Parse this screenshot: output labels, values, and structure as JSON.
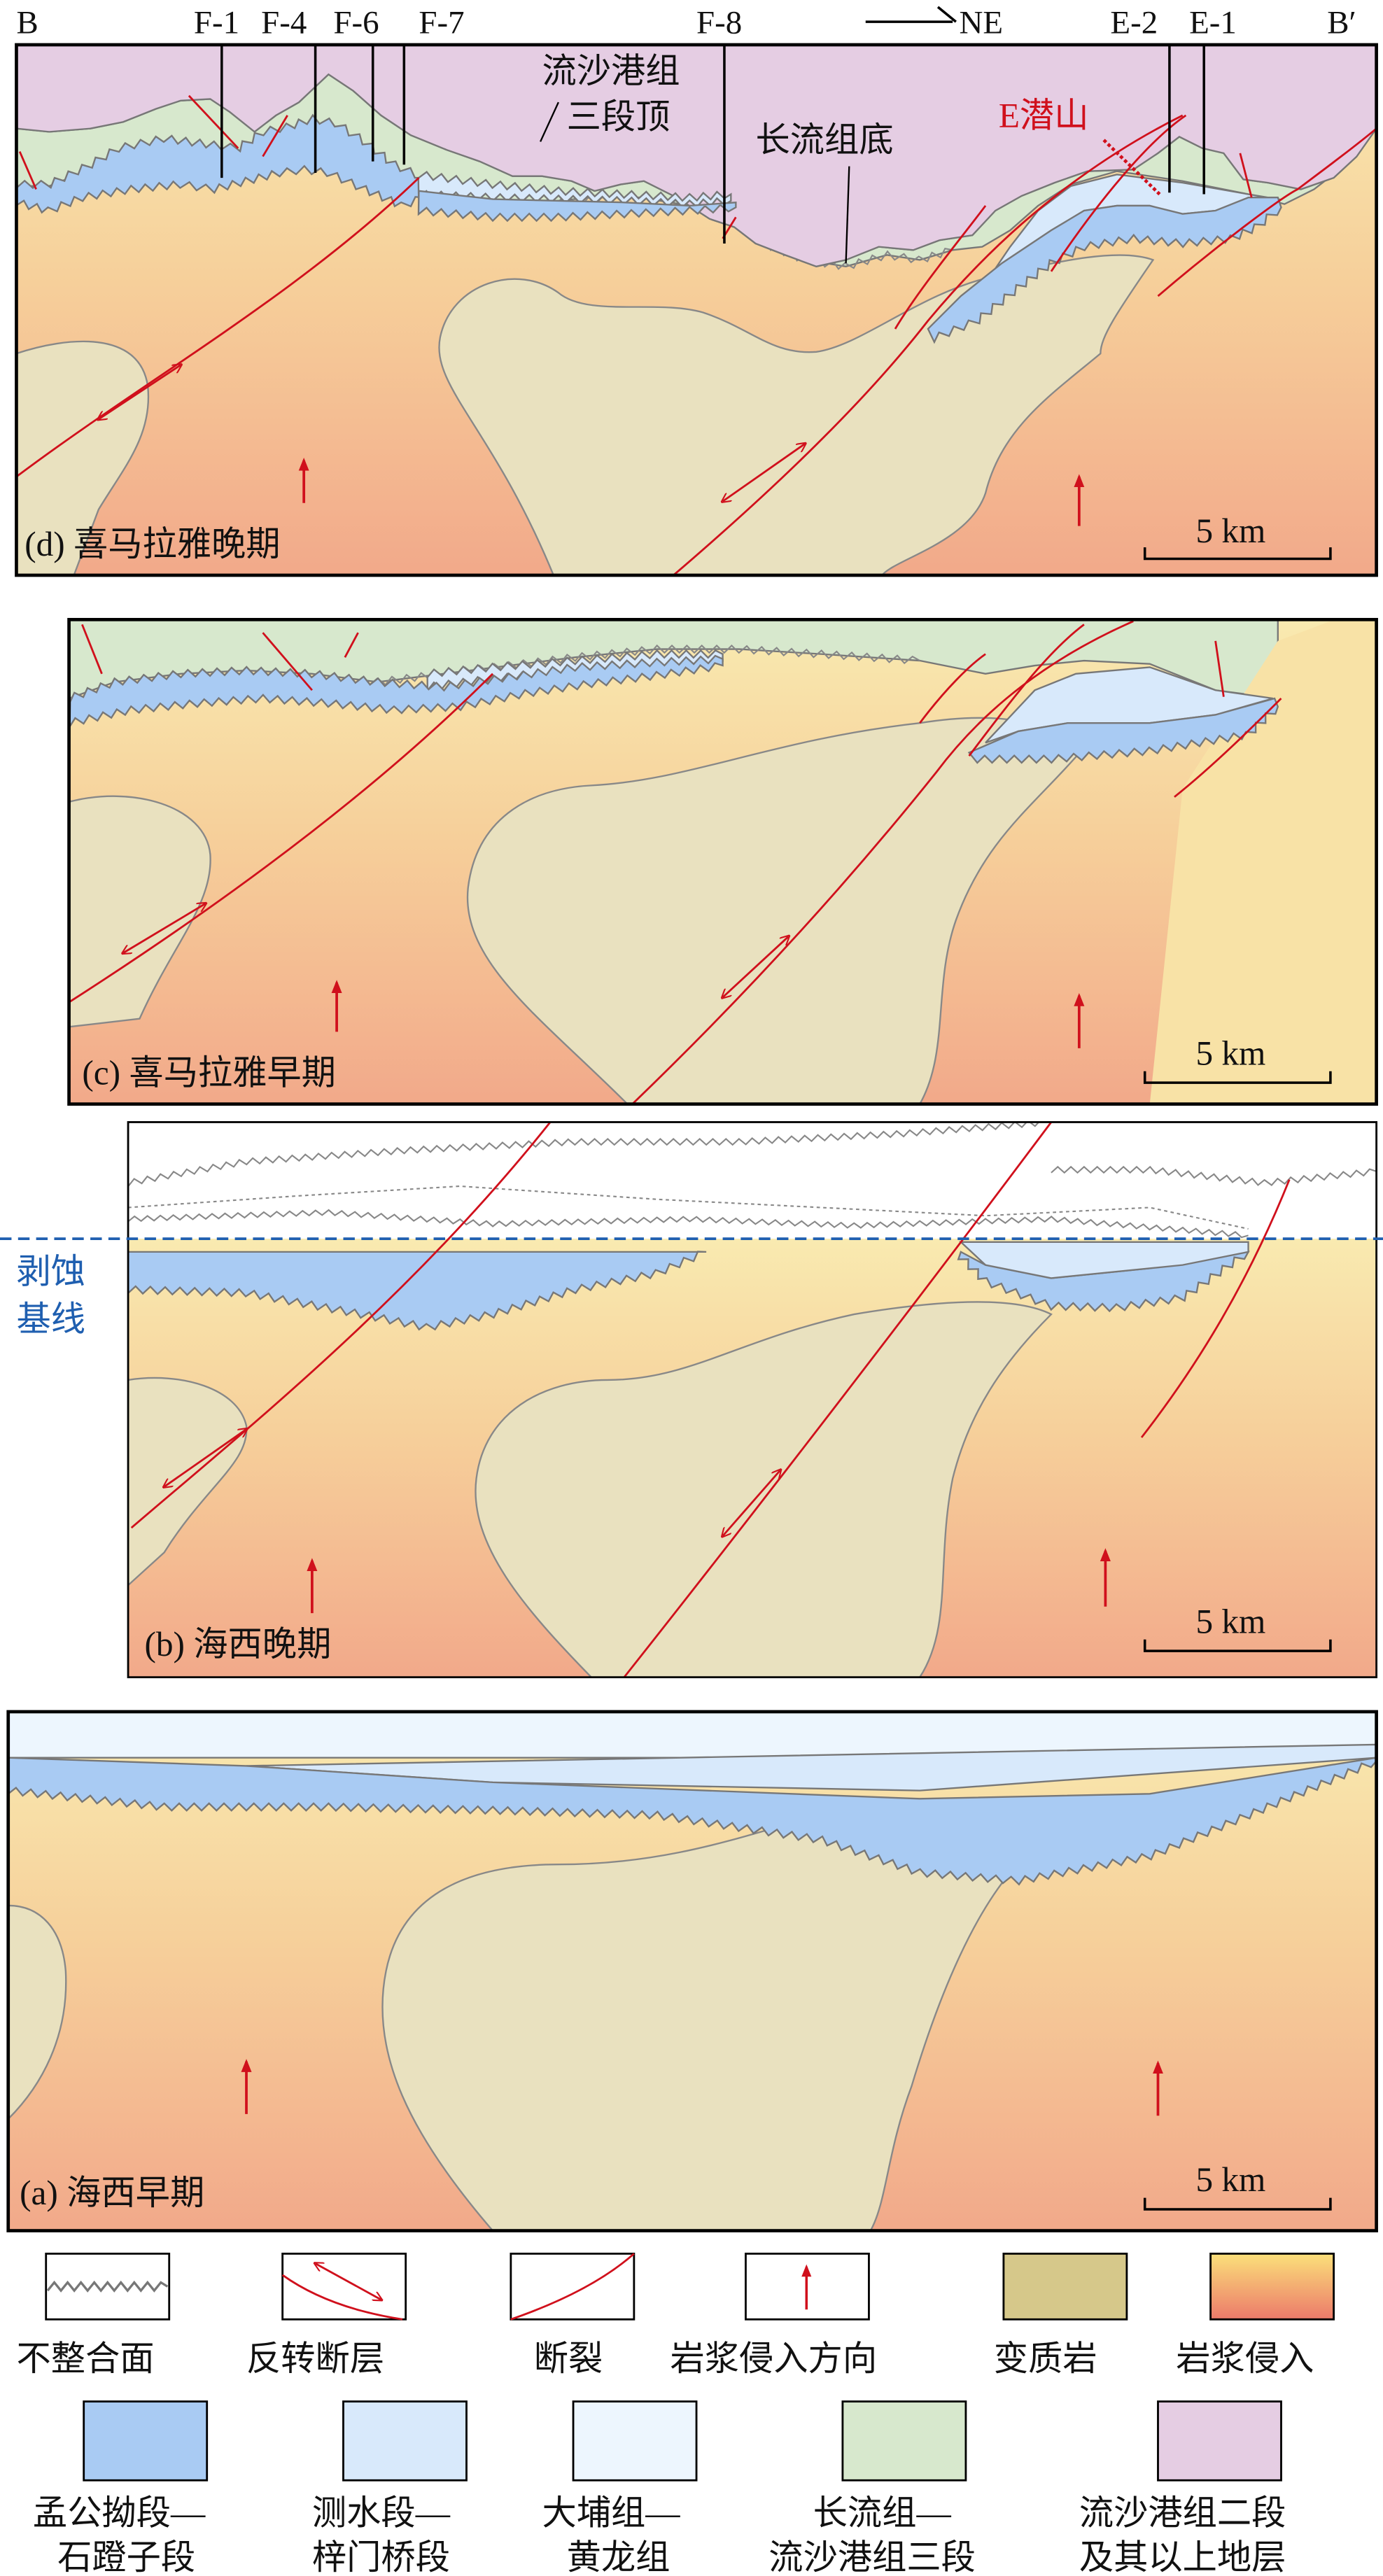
{
  "header": {
    "left_end": "B",
    "right_end": "B′",
    "direction": "NE",
    "wells": [
      "F-1",
      "F-4",
      "F-6",
      "F-7",
      "F-8",
      "E-2",
      "E-1"
    ]
  },
  "annotations": {
    "lsg_top_line1": "流沙港组",
    "lsg_top_line2": "三段顶",
    "changliu_base": "长流组底",
    "e_buried_hill": "E潜山",
    "erosion_base_line1": "剥蚀",
    "erosion_base_line2": "基线"
  },
  "panels": [
    {
      "id": "d",
      "title": "(d) 喜马拉雅晚期",
      "scale": "5 km"
    },
    {
      "id": "c",
      "title": "(c) 喜马拉雅早期",
      "scale": "5 km"
    },
    {
      "id": "b",
      "title": "(b) 海西晚期",
      "scale": "5 km"
    },
    {
      "id": "a",
      "title": "(a) 海西早期",
      "scale": "5 km"
    }
  ],
  "legend": {
    "row1": [
      {
        "label": "不整合面",
        "symbol": "unconformity"
      },
      {
        "label": "反转断层",
        "symbol": "inversion-fault"
      },
      {
        "label": "断裂",
        "symbol": "fault"
      },
      {
        "label": "岩浆侵入方向",
        "symbol": "intrusion-arrow"
      },
      {
        "label": "变质岩",
        "symbol": "fill",
        "color": "#d6c88a"
      },
      {
        "label": "岩浆侵入",
        "symbol": "gradient"
      }
    ],
    "row2": [
      {
        "label1": "孟公拗段—",
        "label2": "石蹬子段",
        "color": "#a9cbf3"
      },
      {
        "label1": "测水段—",
        "label2": "梓门桥段",
        "color": "#d8e9fb"
      },
      {
        "label1": "大埔组—",
        "label2": "黄龙组",
        "color": "#edf6fe"
      },
      {
        "label1": "长流组—",
        "label2": "流沙港组三段",
        "color": "#d7e8cd"
      },
      {
        "label1": "流沙港组二段",
        "label2": "及其以上地层",
        "color": "#e5cde3"
      }
    ]
  },
  "colors": {
    "purple": "#e5cde3",
    "green": "#d7e8cd",
    "blue": "#a9cbf3",
    "light_blue": "#d8e9fb",
    "lightest_blue": "#edf6fe",
    "metamorphic": "#e9e1bf",
    "fault_red": "#d0101c",
    "erosion_line": "#1f5fb0"
  }
}
